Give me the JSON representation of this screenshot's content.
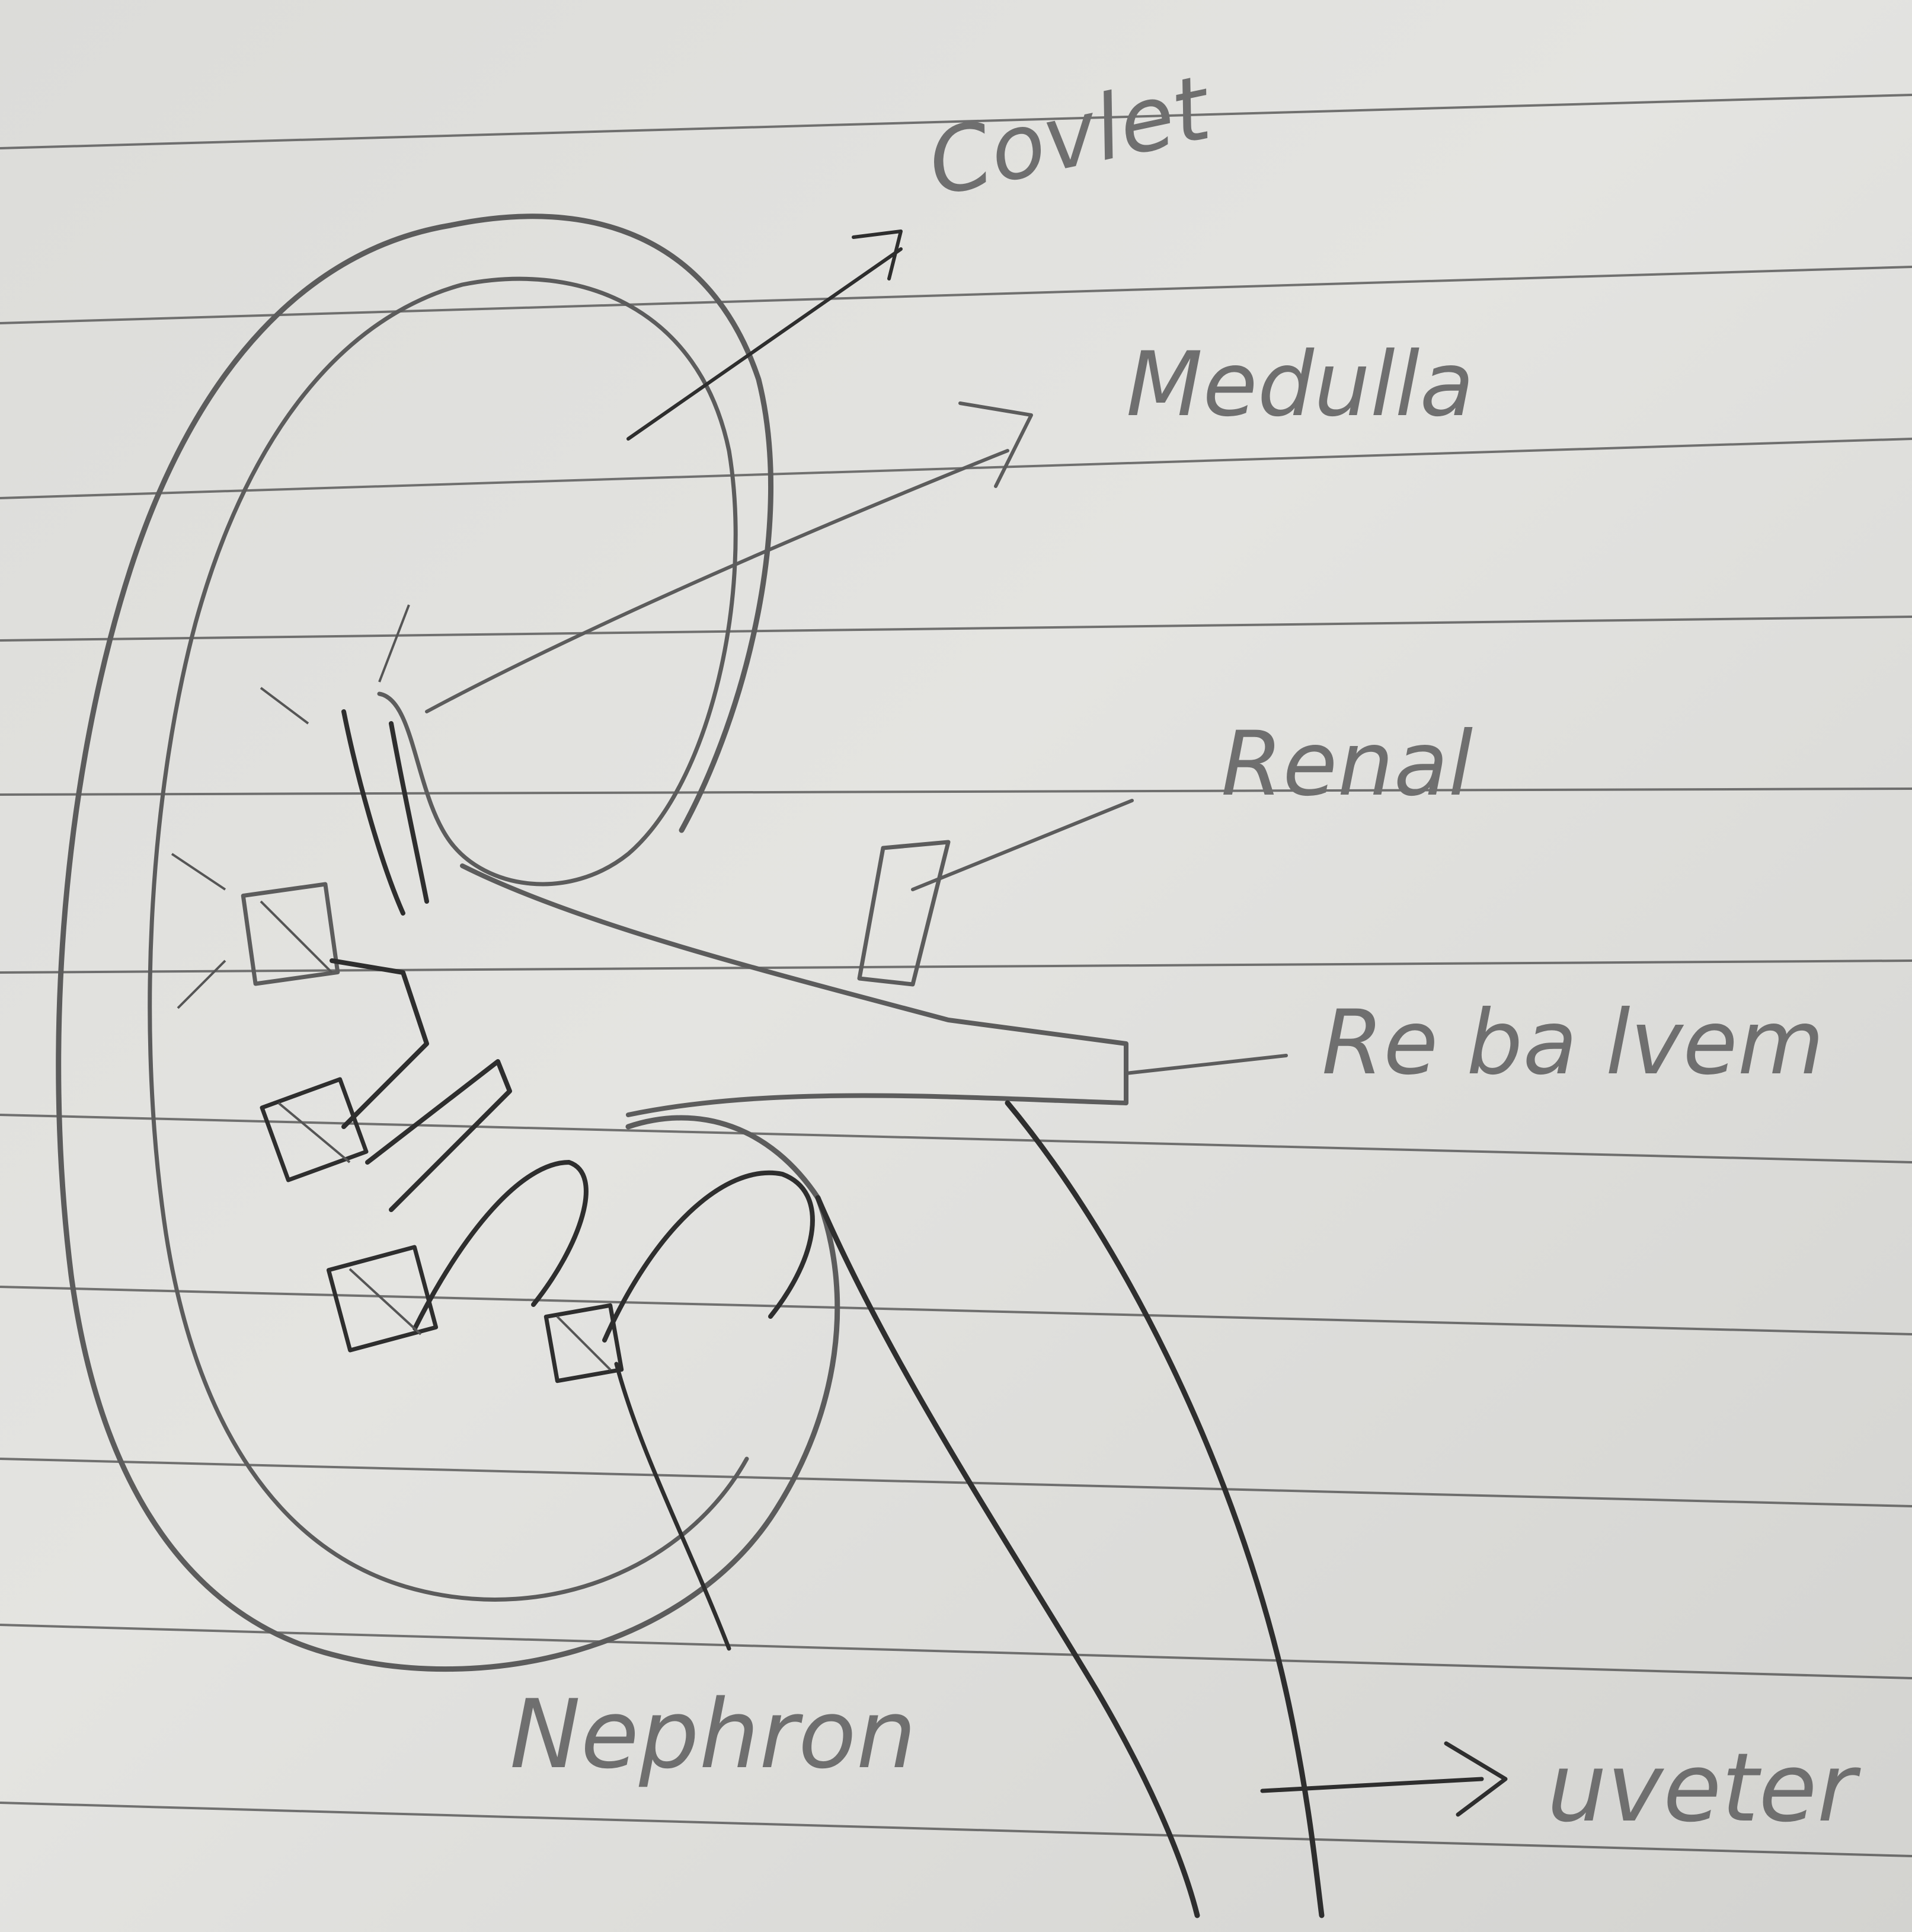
{
  "labels": {
    "cortex": "Covlet",
    "medulla": "Medulla",
    "renal": "Renal",
    "renal_vein": "Re ba lvem",
    "nephron": "Nephron",
    "ureter": "uveter"
  },
  "colors": {
    "paper": "#dcdcd9",
    "rule_line": "#4a4a4a",
    "pencil": "#5c5c5c",
    "pencil_dark": "#2e2e2e",
    "label": "#6f6f6f"
  }
}
